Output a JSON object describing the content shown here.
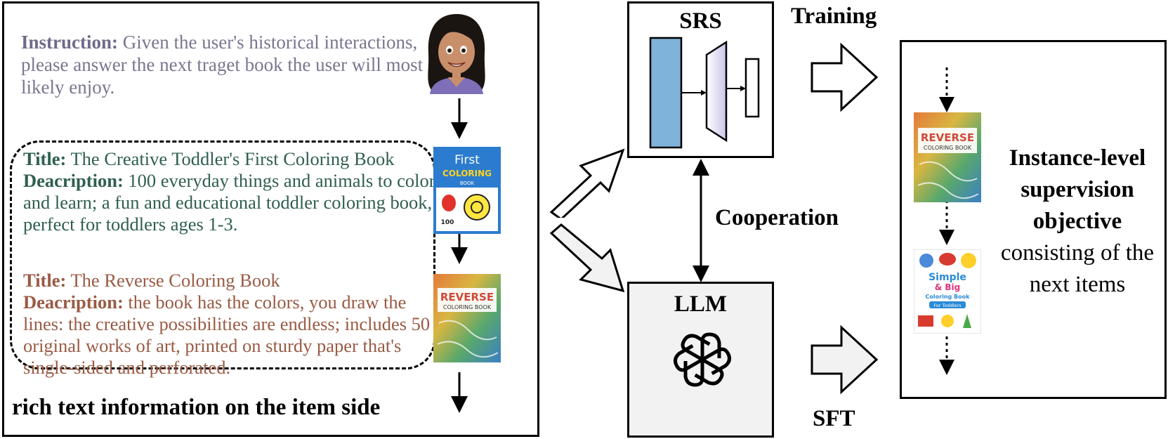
{
  "instruction": {
    "label": "Instruction:",
    "text": " Given the user's historical interactions, please answer the next traget book the user will most likely enjoy."
  },
  "items": [
    {
      "title_label": "Title:",
      "title": " The Creative Toddler's First Coloring Book",
      "desc_label": "Deacription:",
      "desc": " 100 everyday things and animals to color and learn; a fun and educational toddler coloring book, perfect for toddlers ages 1-3."
    },
    {
      "title_label": "Title:",
      "title": " The Reverse Coloring Book",
      "desc_label": "Deacription:",
      "desc": " the book has the colors,  you draw the lines: the creative possibilities are endless; includes 50 original works of art, printed on sturdy paper that's single-sided and perforated."
    }
  ],
  "rich_text_label": "rich text information on the item side",
  "srs": {
    "title": "SRS"
  },
  "llm": {
    "title": "LLM"
  },
  "training_label": "Training",
  "sft_label": "SFT",
  "cooperation_label": "Cooperation",
  "objective": {
    "bold": "Instance-level supervision objective",
    "normal": "consisting of the next items"
  },
  "book_covers": {
    "first": {
      "line1": "First",
      "line2": "COLORING",
      "line3": "BOOK",
      "count": "100"
    },
    "reverse": {
      "line1": "REVERSE",
      "line2": "COLORING BOOK"
    },
    "simple": {
      "line1": "Simple",
      "line2": "& Big",
      "line3": "Coloring Book",
      "line4": "For Toddlers"
    }
  },
  "colors": {
    "instruction": "#7a7690",
    "item1": "#2f5f4f",
    "item2": "#9a5a43",
    "srs_bar": "#7fb3d9",
    "llm_fill": "#f2f2f2"
  },
  "icons": [
    "user-avatar-icon",
    "book-cover-icon",
    "openai-logo-icon",
    "down-arrow-icon",
    "hollow-arrow-icon"
  ]
}
